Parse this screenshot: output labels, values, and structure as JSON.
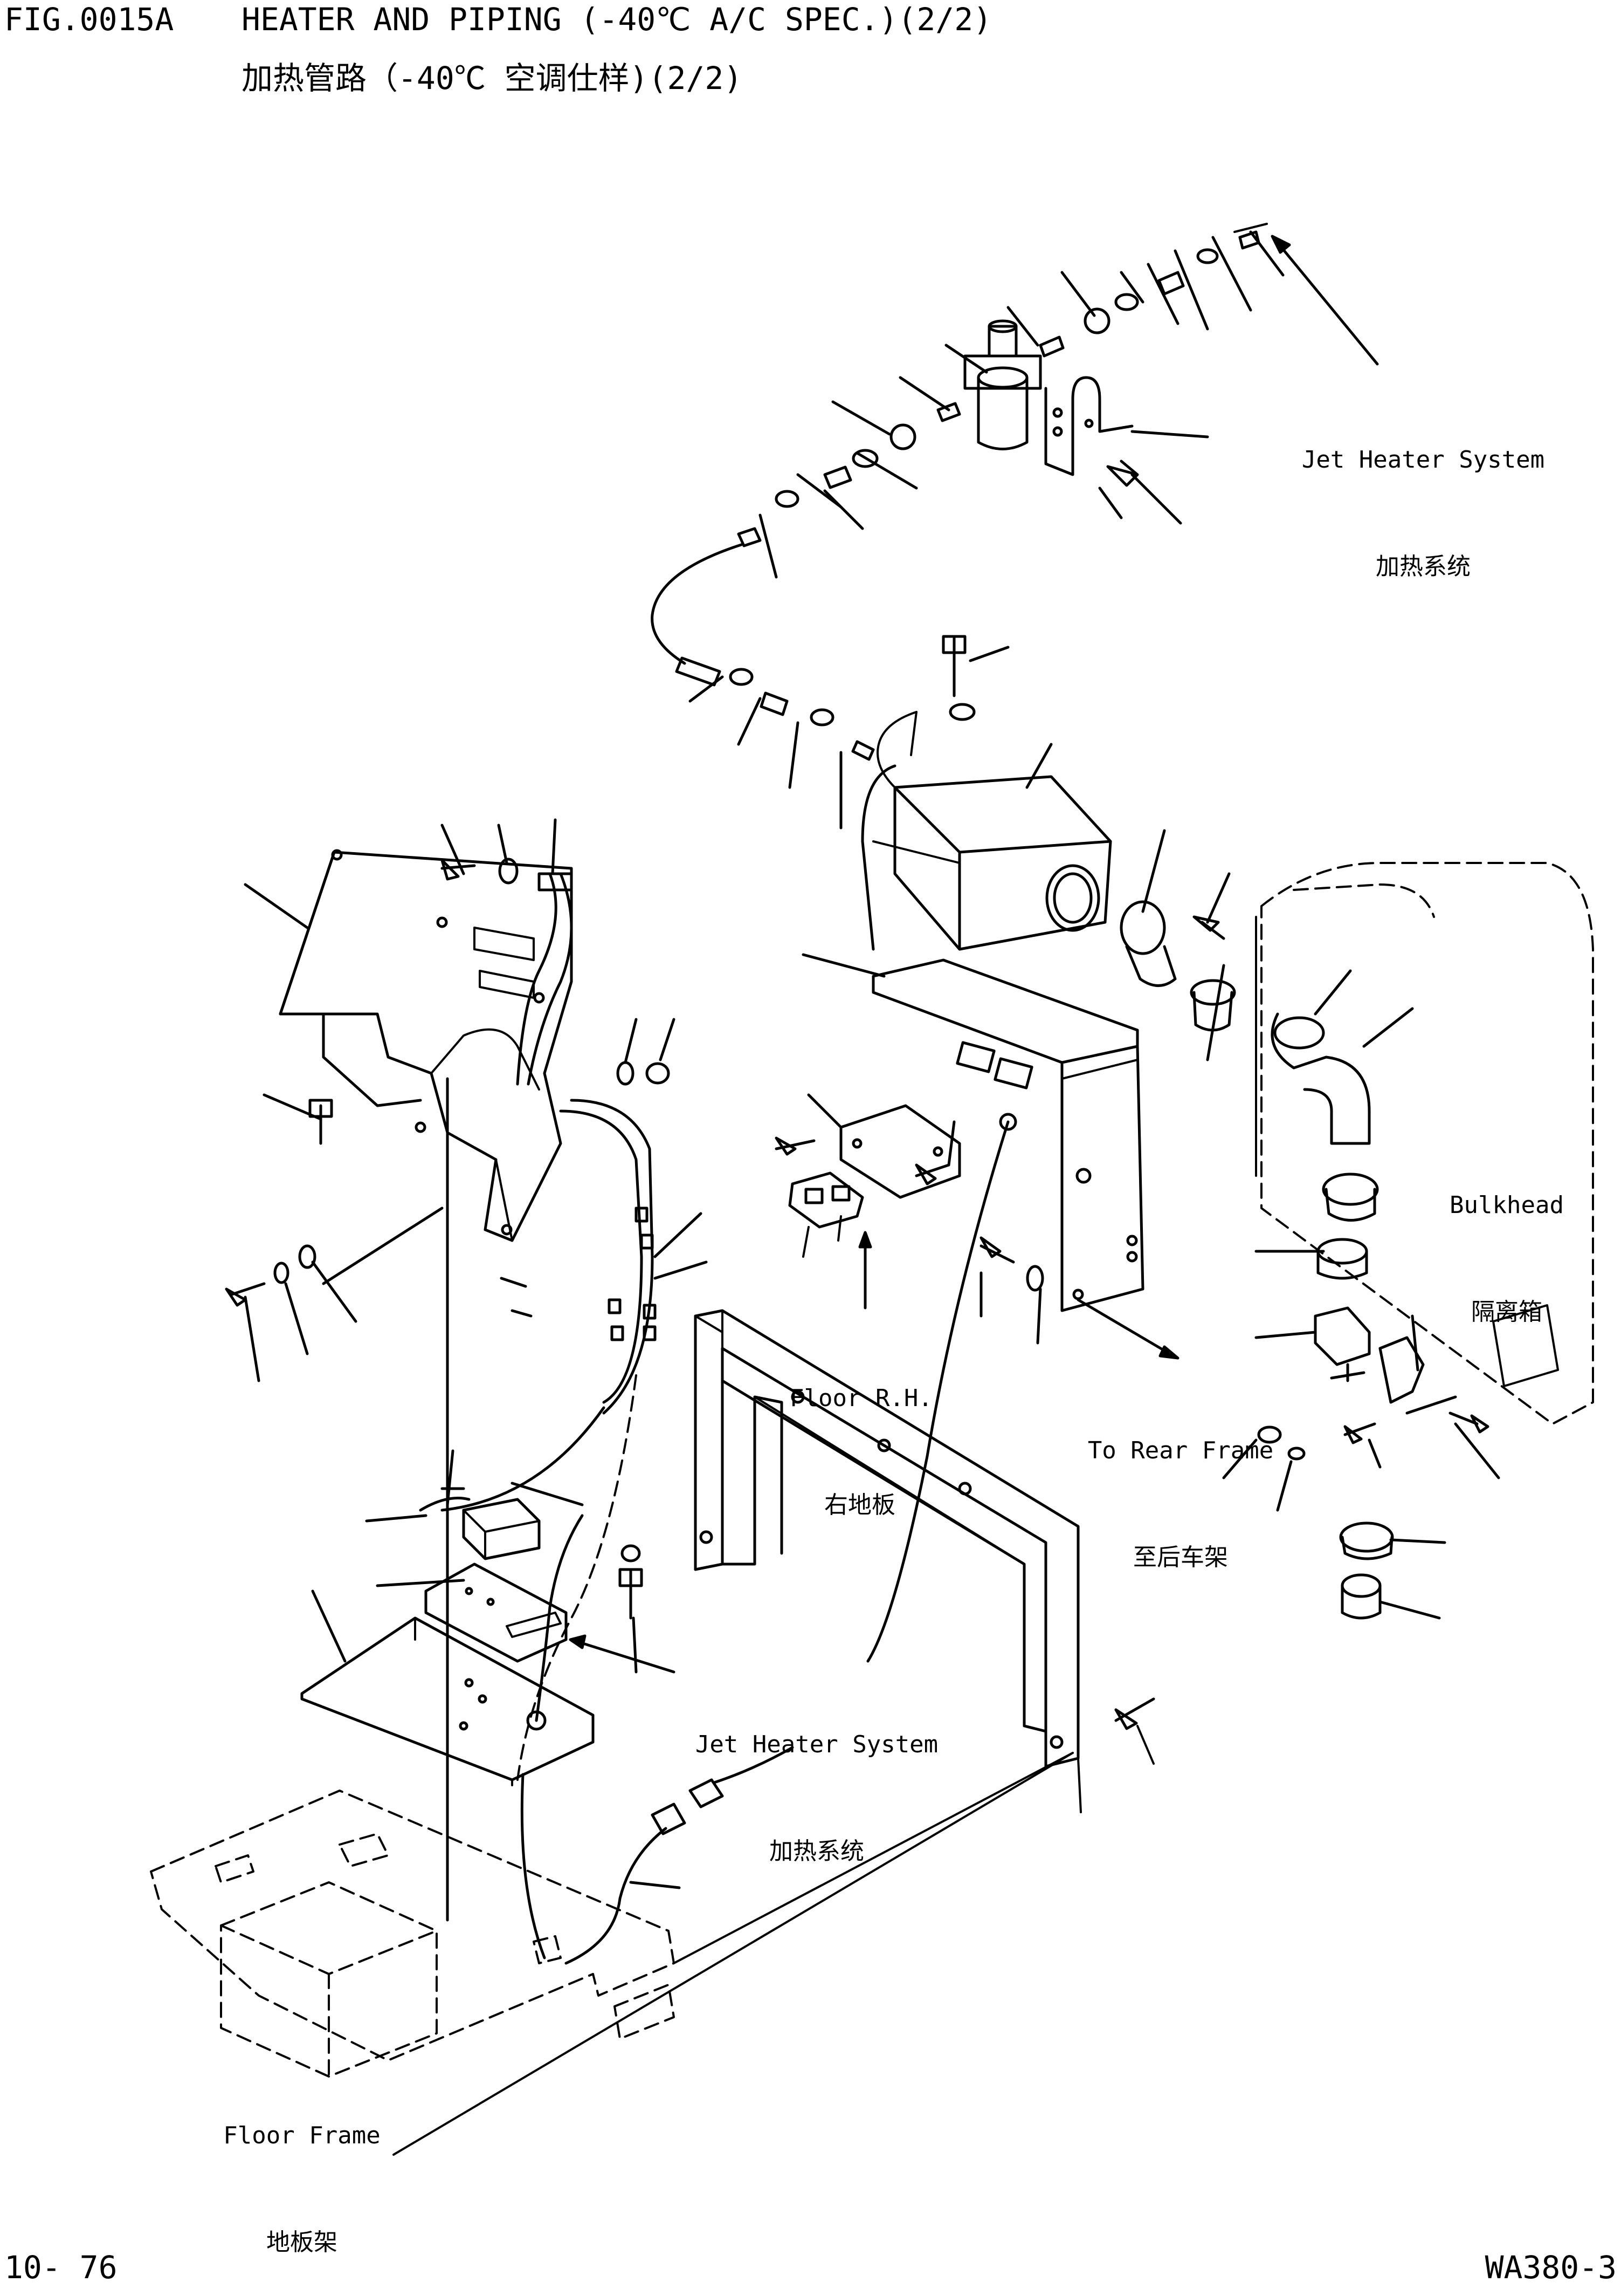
{
  "header": {
    "fig_no": "FIG.0015A",
    "title_en": "HEATER AND PIPING (-40℃ A/C SPEC.)(2/2)",
    "title_cn": "加热管路（-40℃ 空调仕样)(2/2)"
  },
  "labels": {
    "jet_heater_top": {
      "en": "Jet Heater System",
      "cn": "加热系统"
    },
    "bulkhead": {
      "en": "Bulkhead",
      "cn": "隔离箱"
    },
    "floor_rh": {
      "en": "Floor R.H.",
      "cn": "右地板"
    },
    "to_rear_frame": {
      "en": "To Rear Frame",
      "cn": "至后车架"
    },
    "jet_heater_bottom": {
      "en": "Jet Heater System",
      "cn": "加热系统"
    },
    "floor_frame": {
      "en": "Floor Frame",
      "cn": "地板架"
    }
  },
  "footer": {
    "page": "10- 76",
    "model": "WA380-3"
  }
}
